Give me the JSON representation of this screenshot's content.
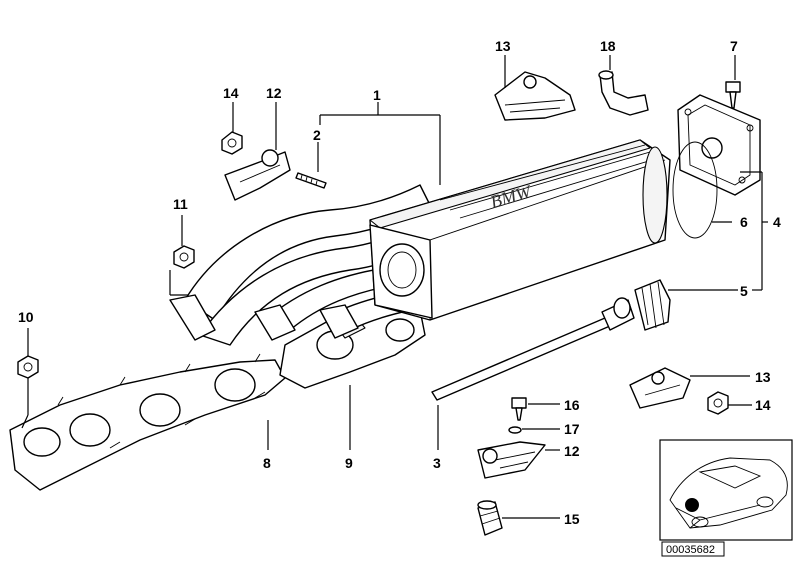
{
  "labels": [
    {
      "id": "1",
      "text": "1"
    },
    {
      "id": "2",
      "text": "2"
    },
    {
      "id": "3",
      "text": "3"
    },
    {
      "id": "4",
      "text": "4"
    },
    {
      "id": "5",
      "text": "5"
    },
    {
      "id": "6",
      "text": "6"
    },
    {
      "id": "7",
      "text": "7"
    },
    {
      "id": "8",
      "text": "8"
    },
    {
      "id": "9",
      "text": "9"
    },
    {
      "id": "10",
      "text": "10"
    },
    {
      "id": "11",
      "text": "11"
    },
    {
      "id": "12a",
      "text": "12"
    },
    {
      "id": "12b",
      "text": "12"
    },
    {
      "id": "13a",
      "text": "13"
    },
    {
      "id": "13b",
      "text": "13"
    },
    {
      "id": "14a",
      "text": "14"
    },
    {
      "id": "14b",
      "text": "14"
    },
    {
      "id": "15",
      "text": "15"
    },
    {
      "id": "16",
      "text": "16"
    },
    {
      "id": "17",
      "text": "17"
    },
    {
      "id": "18",
      "text": "18"
    }
  ],
  "diagram_code": "00035682"
}
